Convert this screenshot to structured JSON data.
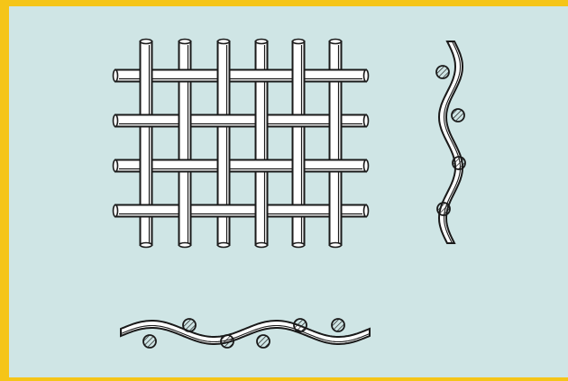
{
  "diagram": {
    "kind": "plain weave wire mesh",
    "views": [
      "front-view",
      "side-view",
      "bottom-section"
    ],
    "colors": {
      "background": "#cfe5e5",
      "border": "#f5c518",
      "wire_fill": "#ffffff",
      "outline": "#1a1a1a"
    }
  }
}
